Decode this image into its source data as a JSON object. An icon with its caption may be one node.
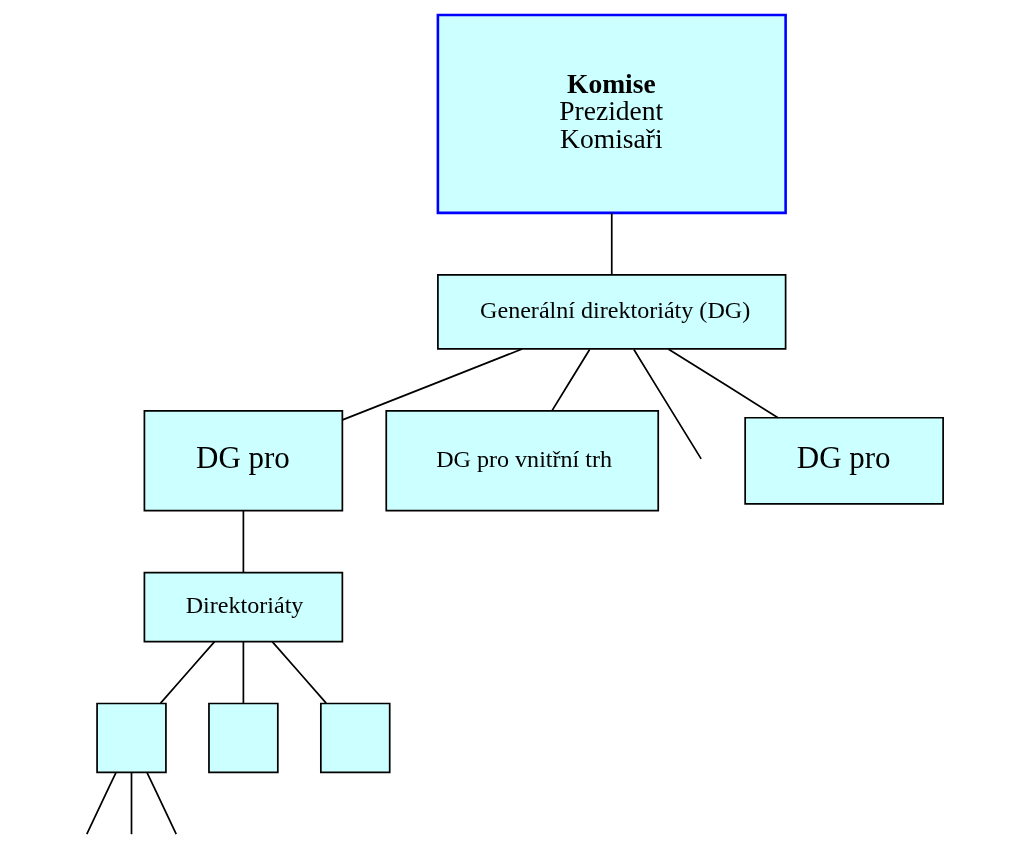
{
  "diagram": {
    "nodes": [
      {
        "text": [
          "Komise",
          "Prezident",
          "Komisaři"
        ]
      },
      {
        "text": [
          "Generální direktoriáty (DG)"
        ]
      },
      {
        "text": [
          "DG pro"
        ]
      },
      {
        "text": [
          "DG pro vnitřní trh"
        ]
      },
      {
        "text": [
          "DG pro"
        ]
      },
      {
        "text": [
          "Direktoriáty"
        ]
      },
      {
        "text": [],
        "shape": "box"
      },
      {
        "text": [],
        "shape": "box"
      },
      {
        "text": [],
        "shape": "box"
      }
    ],
    "edges": [
      {
        "from": 0,
        "to": 1,
        "arrow": "none"
      },
      {
        "from": 1,
        "to": 2,
        "arrow": "none"
      },
      {
        "from": 1,
        "to": 3,
        "arrow": "none"
      },
      {
        "from": 1,
        "to": null,
        "arrow": "none"
      },
      {
        "from": 1,
        "to": 4,
        "arrow": "none"
      },
      {
        "from": 2,
        "to": 5,
        "arrow": "none"
      },
      {
        "from": 5,
        "to": 6,
        "arrow": "none"
      },
      {
        "from": 5,
        "to": 7,
        "arrow": "none"
      },
      {
        "from": 5,
        "to": 8,
        "arrow": "none"
      },
      {
        "from": 6,
        "to": null,
        "arrow": "none"
      },
      {
        "from": 6,
        "to": null,
        "arrow": "none"
      },
      {
        "from": 6,
        "to": null,
        "arrow": "none"
      }
    ]
  }
}
